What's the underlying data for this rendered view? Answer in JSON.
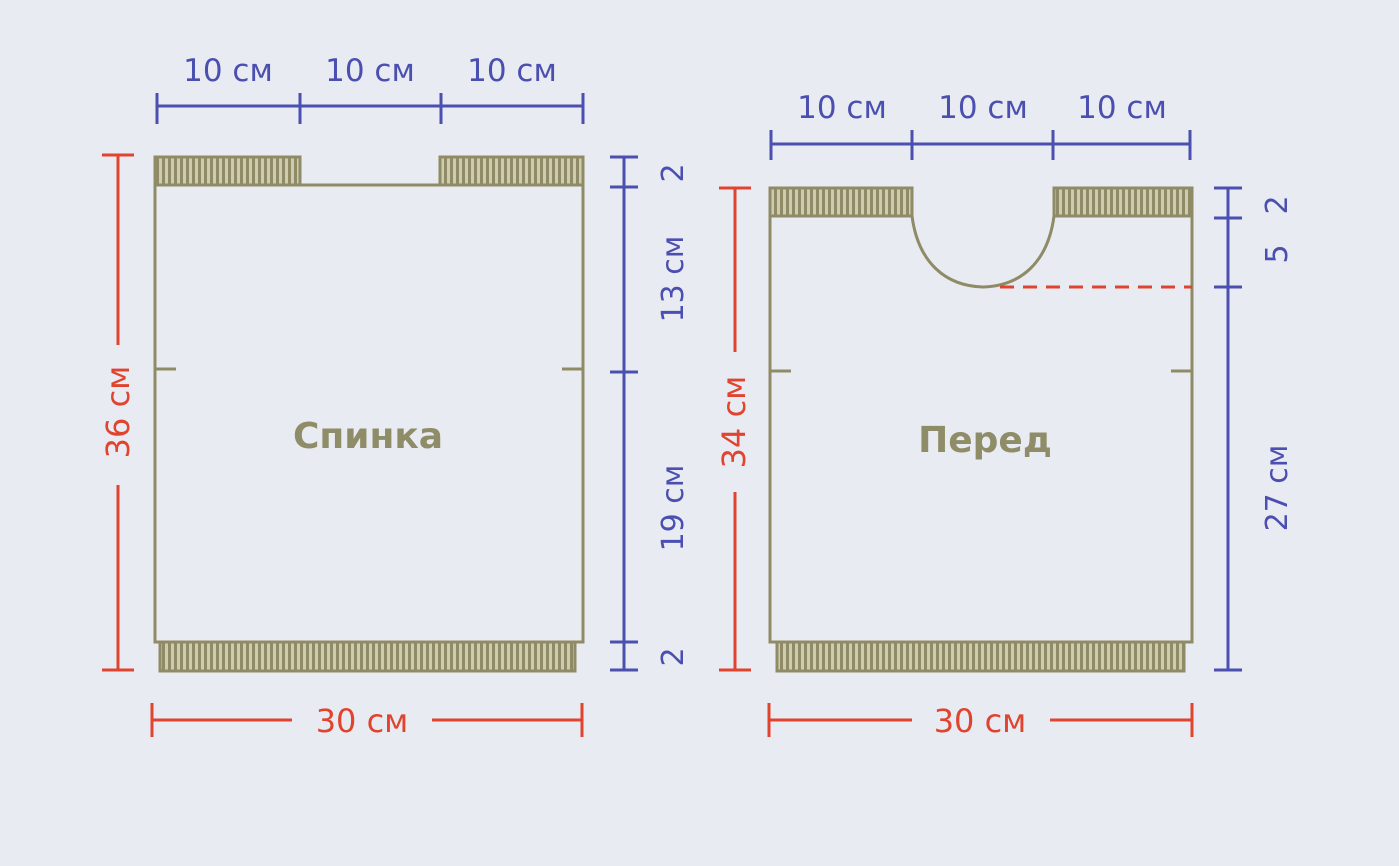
{
  "colors": {
    "background": "#e9ebf3",
    "outline": "#8e8b66",
    "rib_fill": "#ceccae",
    "blue_dimension": "#4b4fb0",
    "red_dimension": "#e0442f"
  },
  "back": {
    "name": "Спинка",
    "top_segments": [
      "10 см",
      "10 см",
      "10 см"
    ],
    "height": "36 см",
    "width": "30 см",
    "right_top": "2",
    "right_upper": "13 см",
    "right_lower": "19 см",
    "right_bottom": "2"
  },
  "front": {
    "name": "Перед",
    "top_segments": [
      "10 см",
      "10 см",
      "10 см"
    ],
    "height": "34 см",
    "width": "30 см",
    "right_top": "2",
    "right_neck": "5",
    "right_lower": "27 см"
  }
}
